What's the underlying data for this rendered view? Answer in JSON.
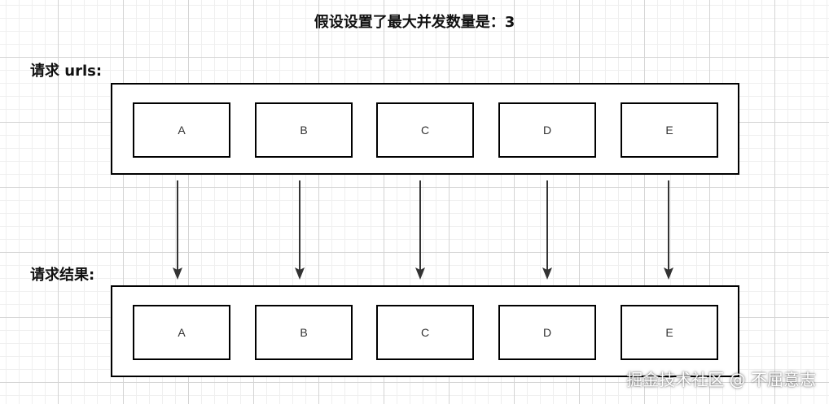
{
  "title": "假设设置了最大并发数量是：3",
  "rows": {
    "urls": {
      "label": "请求 urls:",
      "items": [
        "A",
        "B",
        "C",
        "D",
        "E"
      ]
    },
    "results": {
      "label": "请求结果:",
      "items": [
        "A",
        "B",
        "C",
        "D",
        "E"
      ]
    }
  },
  "watermark": "掘金技术社区 @ 不屈意志",
  "colors": {
    "stroke": "#000000",
    "arrow": "#333333"
  }
}
